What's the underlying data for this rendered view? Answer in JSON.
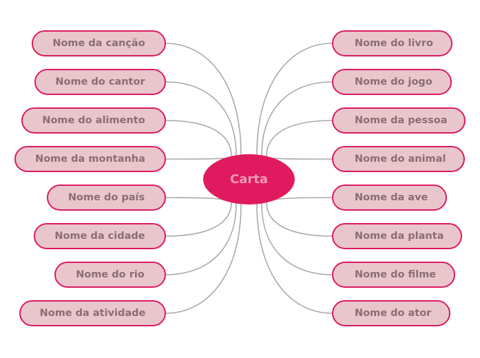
{
  "diagram": {
    "type": "mind-map",
    "center": {
      "label": "Carta"
    },
    "colors": {
      "center_fill": "#e01a5f",
      "center_text": "#f39ab9",
      "node_fill": "#e8c6cc",
      "node_border": "#dc1a5f",
      "node_text": "#8a6d73",
      "connector": "#a9a9a9"
    },
    "left_nodes": [
      {
        "label": "Nome da canção"
      },
      {
        "label": "Nome do cantor"
      },
      {
        "label": "Nome do alimento"
      },
      {
        "label": "Nome da montanha"
      },
      {
        "label": "Nome do país"
      },
      {
        "label": "Nome da cidade"
      },
      {
        "label": "Nome do rio"
      },
      {
        "label": "Nome da atividade"
      }
    ],
    "right_nodes": [
      {
        "label": "Nome do livro"
      },
      {
        "label": "Nome do jogo"
      },
      {
        "label": "Nome da pessoa"
      },
      {
        "label": "Nome do animal"
      },
      {
        "label": "Nome da ave"
      },
      {
        "label": "Nome da planta"
      },
      {
        "label": "Nome do filme"
      },
      {
        "label": "Nome do ator"
      }
    ]
  }
}
